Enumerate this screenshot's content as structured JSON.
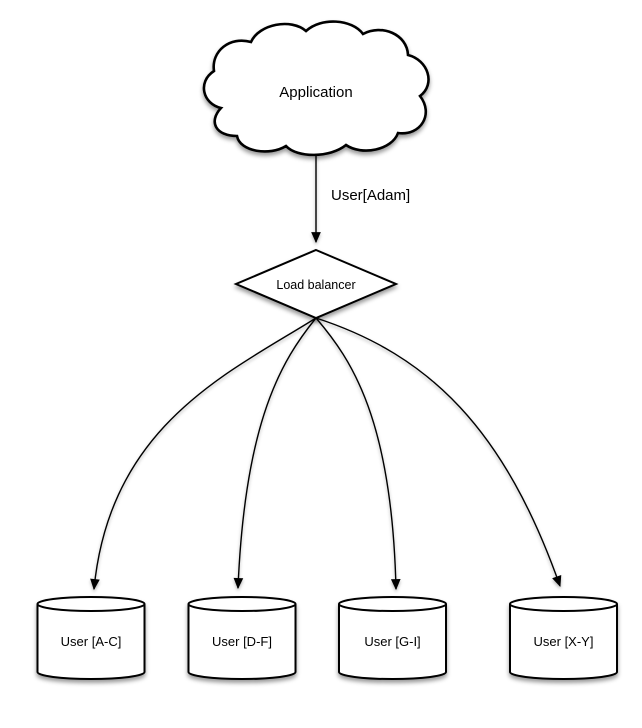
{
  "colors": {
    "stroke": "#000000",
    "background": "#ffffff",
    "node_fill": "#ffffff"
  },
  "nodes": {
    "application": {
      "label": "Application"
    },
    "load_balancer": {
      "label": "Load balancer"
    },
    "shards": [
      {
        "label": "User [A-C]"
      },
      {
        "label": "User [D-F]"
      },
      {
        "label": "User [G-I]"
      },
      {
        "label": "User [X-Y]"
      }
    ]
  },
  "edges": {
    "application_to_load_balancer": {
      "label": "User[Adam]"
    }
  }
}
